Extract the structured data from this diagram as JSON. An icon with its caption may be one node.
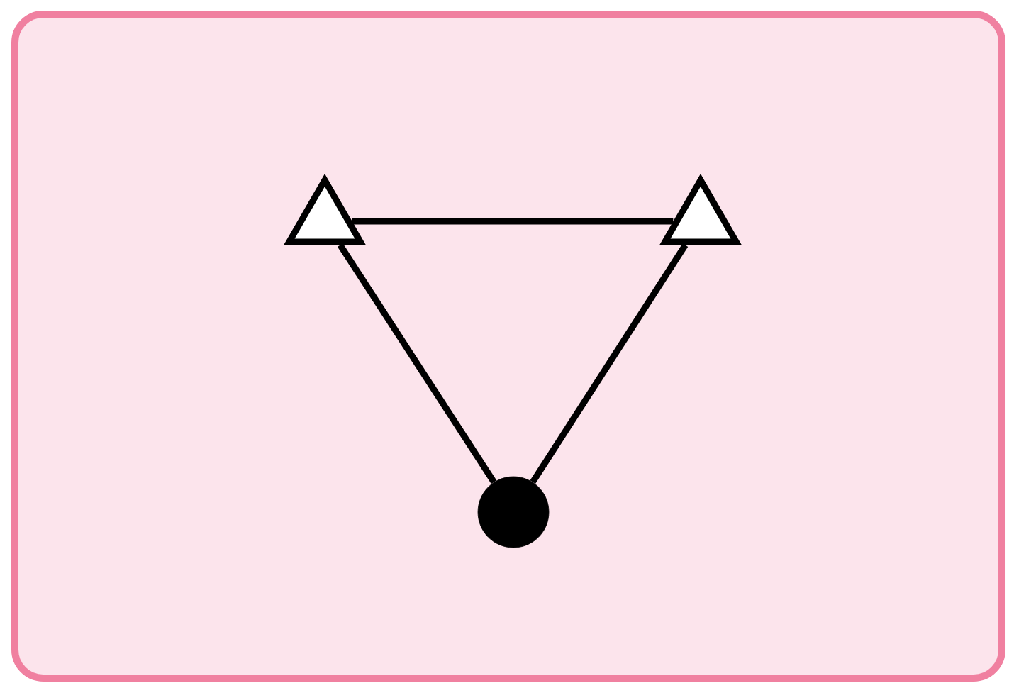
{
  "diagram": {
    "nodes": [
      {
        "text": [],
        "shape": "box"
      },
      {
        "text": [],
        "shape": "triangle",
        "in": 0
      },
      {
        "text": [],
        "shape": "triangle",
        "in": 0
      },
      {
        "text": [],
        "shape": "circle",
        "in": 0
      }
    ],
    "edges": [
      {
        "from": 1,
        "to": 2,
        "arrow": "none"
      },
      {
        "from": 3,
        "to": 1,
        "arrow": "none"
      },
      {
        "from": 3,
        "to": 2,
        "arrow": "none"
      }
    ]
  }
}
